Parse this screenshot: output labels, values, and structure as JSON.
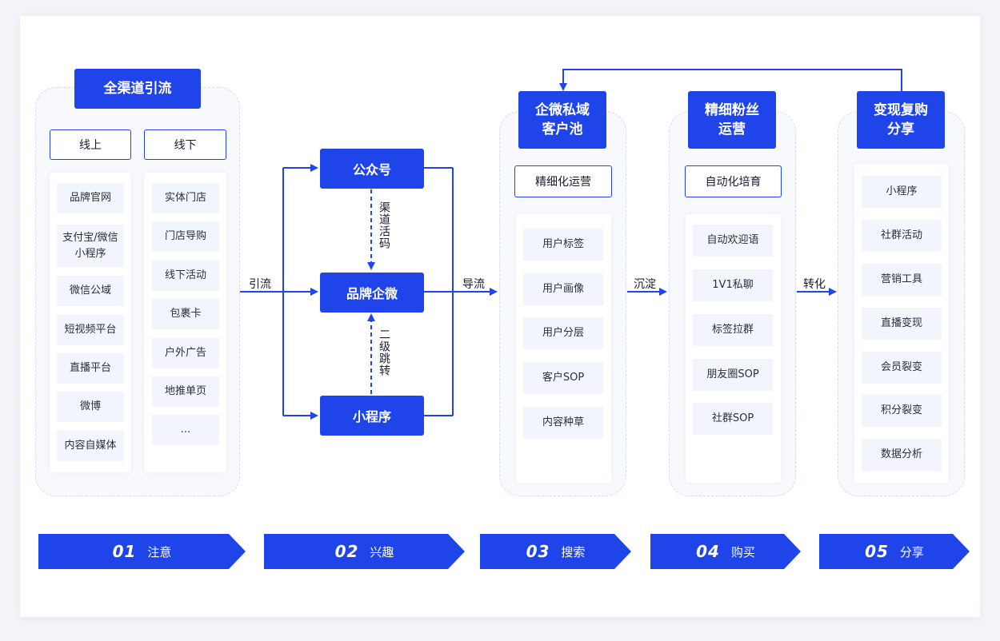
{
  "col1": {
    "title": "全渠道引流",
    "online": {
      "label": "线上",
      "items": [
        "品牌官网",
        "支付宝/微信\n小程序",
        "微信公域",
        "短视频平台",
        "直播平台",
        "微博",
        "内容自媒体"
      ]
    },
    "offline": {
      "label": "线下",
      "items": [
        "实体门店",
        "门店导购",
        "线下活动",
        "包裹卡",
        "户外广告",
        "地推单页",
        "..."
      ]
    }
  },
  "col2": {
    "nodes": {
      "gzh": "公众号",
      "brand": "品牌企微",
      "mini": "小程序"
    },
    "edge_top": "渠道活码",
    "edge_bottom": "二级跳转"
  },
  "arrows": {
    "in": "引流",
    "to_pool": "导流",
    "to_fans": "沉淀",
    "to_share": "转化"
  },
  "col3": {
    "title": "企微私域\n客户池",
    "sub": "精细化运营",
    "items": [
      "用户标签",
      "用户画像",
      "用户分层",
      "客户SOP",
      "内容种草"
    ]
  },
  "col4": {
    "title": "精细粉丝\n运营",
    "sub": "自动化培育",
    "items": [
      "自动欢迎语",
      "1V1私聊",
      "标签拉群",
      "朋友圈SOP",
      "社群SOP"
    ]
  },
  "col5": {
    "title": "变现复购\n分享",
    "items": [
      "小程序",
      "社群活动",
      "营销工具",
      "直播变现",
      "会员裂变",
      "积分裂变",
      "数据分析"
    ]
  },
  "stages": [
    {
      "num": "01",
      "name": "注意"
    },
    {
      "num": "02",
      "name": "兴趣"
    },
    {
      "num": "03",
      "name": "搜索"
    },
    {
      "num": "04",
      "name": "购买"
    },
    {
      "num": "05",
      "name": "分享"
    }
  ],
  "colors": {
    "primary": "#1f45ea",
    "item_bg": "#f3f5fc",
    "group_bg": "#f8f9fd"
  }
}
